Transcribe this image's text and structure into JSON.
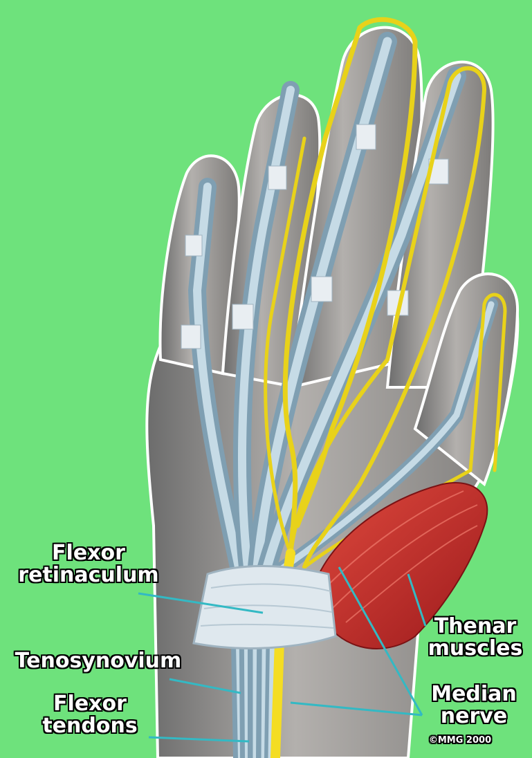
{
  "labels": {
    "flexor_retinaculum": [
      "Flexor",
      "retinaculum"
    ],
    "tenosynovium": "Tenosynovium",
    "flexor_tendons": [
      "Flexor",
      "tendons"
    ],
    "thenar_muscles": [
      "Thenar",
      "muscles"
    ],
    "median_nerve": [
      "Median",
      "nerve"
    ],
    "copyright": "©MMG 2000"
  },
  "colors": {
    "background": "#6ee27c",
    "skin": "#9a9a9a",
    "tendon": "#a9c4d4",
    "nerve": "#e8d21a",
    "muscle": "#c8282a",
    "retinaculum": "#dfe8ee",
    "pointer": "#33b9c4"
  }
}
